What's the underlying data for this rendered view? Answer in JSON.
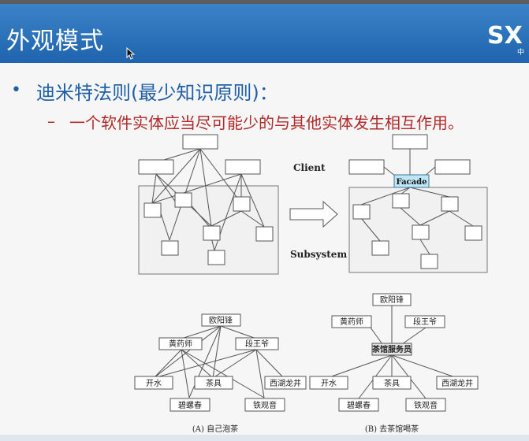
{
  "slide": {
    "title": "外观模式",
    "logo_text": "SX",
    "logo_sub": "中"
  },
  "content": {
    "bullet": "迪米特法则(最少知识原则)：",
    "sub_bullet": "一个软件实体应当尽可能少的与其他实体发生相互作用。"
  },
  "top_diagram": {
    "client_label": "Client",
    "subsystem_label": "Subsystem",
    "facade_label": "Facade"
  },
  "bottom_diagram": {
    "left_caption": "(A) 自己泡茶",
    "right_caption": "(B) 去茶馆喝茶",
    "teahouse_label": "茶馆服务员",
    "people": [
      "欧阳锋",
      "黄药师",
      "段王爷"
    ],
    "items": [
      "开水",
      "茶具",
      "西湖龙井",
      "碧螺春",
      "铁观音"
    ]
  },
  "colors": {
    "title_bar": "#2a6fb9",
    "bullet": "#1f5fa8",
    "sub_bullet": "#b12a2a",
    "facade": "#bfe6f5"
  }
}
